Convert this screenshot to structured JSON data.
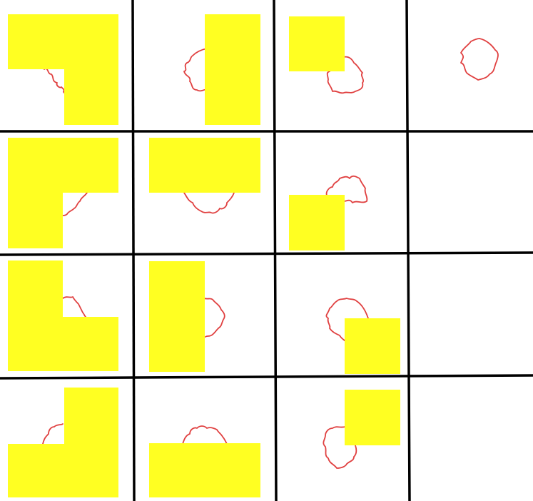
{
  "colors": {
    "background": "#ffffff",
    "grid_line": "#000000",
    "shape_fill": "#ffff22",
    "outline": "#e04040"
  },
  "grid": {
    "rows": 4,
    "cols": 4
  },
  "panels": [
    {
      "row": 0,
      "col": 0,
      "shape": "l-shape-top-left-bottom-right",
      "outline_visible": true
    },
    {
      "row": 0,
      "col": 1,
      "shape": "tall-rectangle",
      "outline_visible": true
    },
    {
      "row": 0,
      "col": 2,
      "shape": "square",
      "outline_visible": true
    },
    {
      "row": 0,
      "col": 3,
      "shape": "none",
      "outline_visible": true
    },
    {
      "row": 1,
      "col": 0,
      "shape": "l-shape-top-left",
      "outline_visible": true
    },
    {
      "row": 1,
      "col": 1,
      "shape": "wide-rectangle",
      "outline_visible": true
    },
    {
      "row": 1,
      "col": 2,
      "shape": "square",
      "outline_visible": true
    },
    {
      "row": 1,
      "col": 3,
      "shape": "none",
      "outline_visible": false
    },
    {
      "row": 2,
      "col": 0,
      "shape": "l-shape-bottom-left",
      "outline_visible": true
    },
    {
      "row": 2,
      "col": 1,
      "shape": "tall-rectangle",
      "outline_visible": true
    },
    {
      "row": 2,
      "col": 2,
      "shape": "square",
      "outline_visible": true
    },
    {
      "row": 2,
      "col": 3,
      "shape": "none",
      "outline_visible": false
    },
    {
      "row": 3,
      "col": 0,
      "shape": "l-shape-bottom-right",
      "outline_visible": true
    },
    {
      "row": 3,
      "col": 1,
      "shape": "wide-rectangle",
      "outline_visible": true
    },
    {
      "row": 3,
      "col": 2,
      "shape": "square",
      "outline_visible": true
    },
    {
      "row": 3,
      "col": 3,
      "shape": "none",
      "outline_visible": false
    }
  ]
}
